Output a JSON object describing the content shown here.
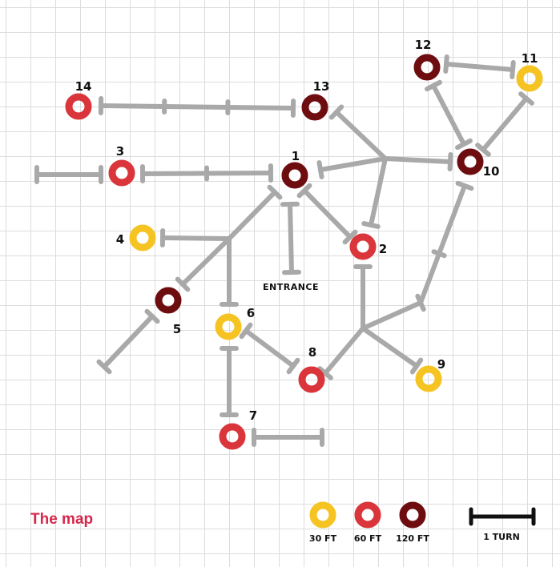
{
  "title": "The map",
  "entrance_label": "ENTRANCE",
  "colors": {
    "30ft": "#f5c322",
    "60ft": "#d9353b",
    "120ft": "#6e0d10",
    "path": "#a9a9a9"
  },
  "rooms": [
    {
      "id": "1",
      "size": "120ft"
    },
    {
      "id": "2",
      "size": "60ft"
    },
    {
      "id": "3",
      "size": "60ft"
    },
    {
      "id": "4",
      "size": "30ft"
    },
    {
      "id": "5",
      "size": "120ft"
    },
    {
      "id": "6",
      "size": "30ft"
    },
    {
      "id": "7",
      "size": "60ft"
    },
    {
      "id": "8",
      "size": "60ft"
    },
    {
      "id": "9",
      "size": "30ft"
    },
    {
      "id": "10",
      "size": "120ft"
    },
    {
      "id": "11",
      "size": "30ft"
    },
    {
      "id": "12",
      "size": "120ft"
    },
    {
      "id": "13",
      "size": "120ft"
    },
    {
      "id": "14",
      "size": "60ft"
    }
  ],
  "legend": {
    "small": "30 FT",
    "medium": "60 FT",
    "large": "120 FT",
    "turn": "1 TURN"
  }
}
